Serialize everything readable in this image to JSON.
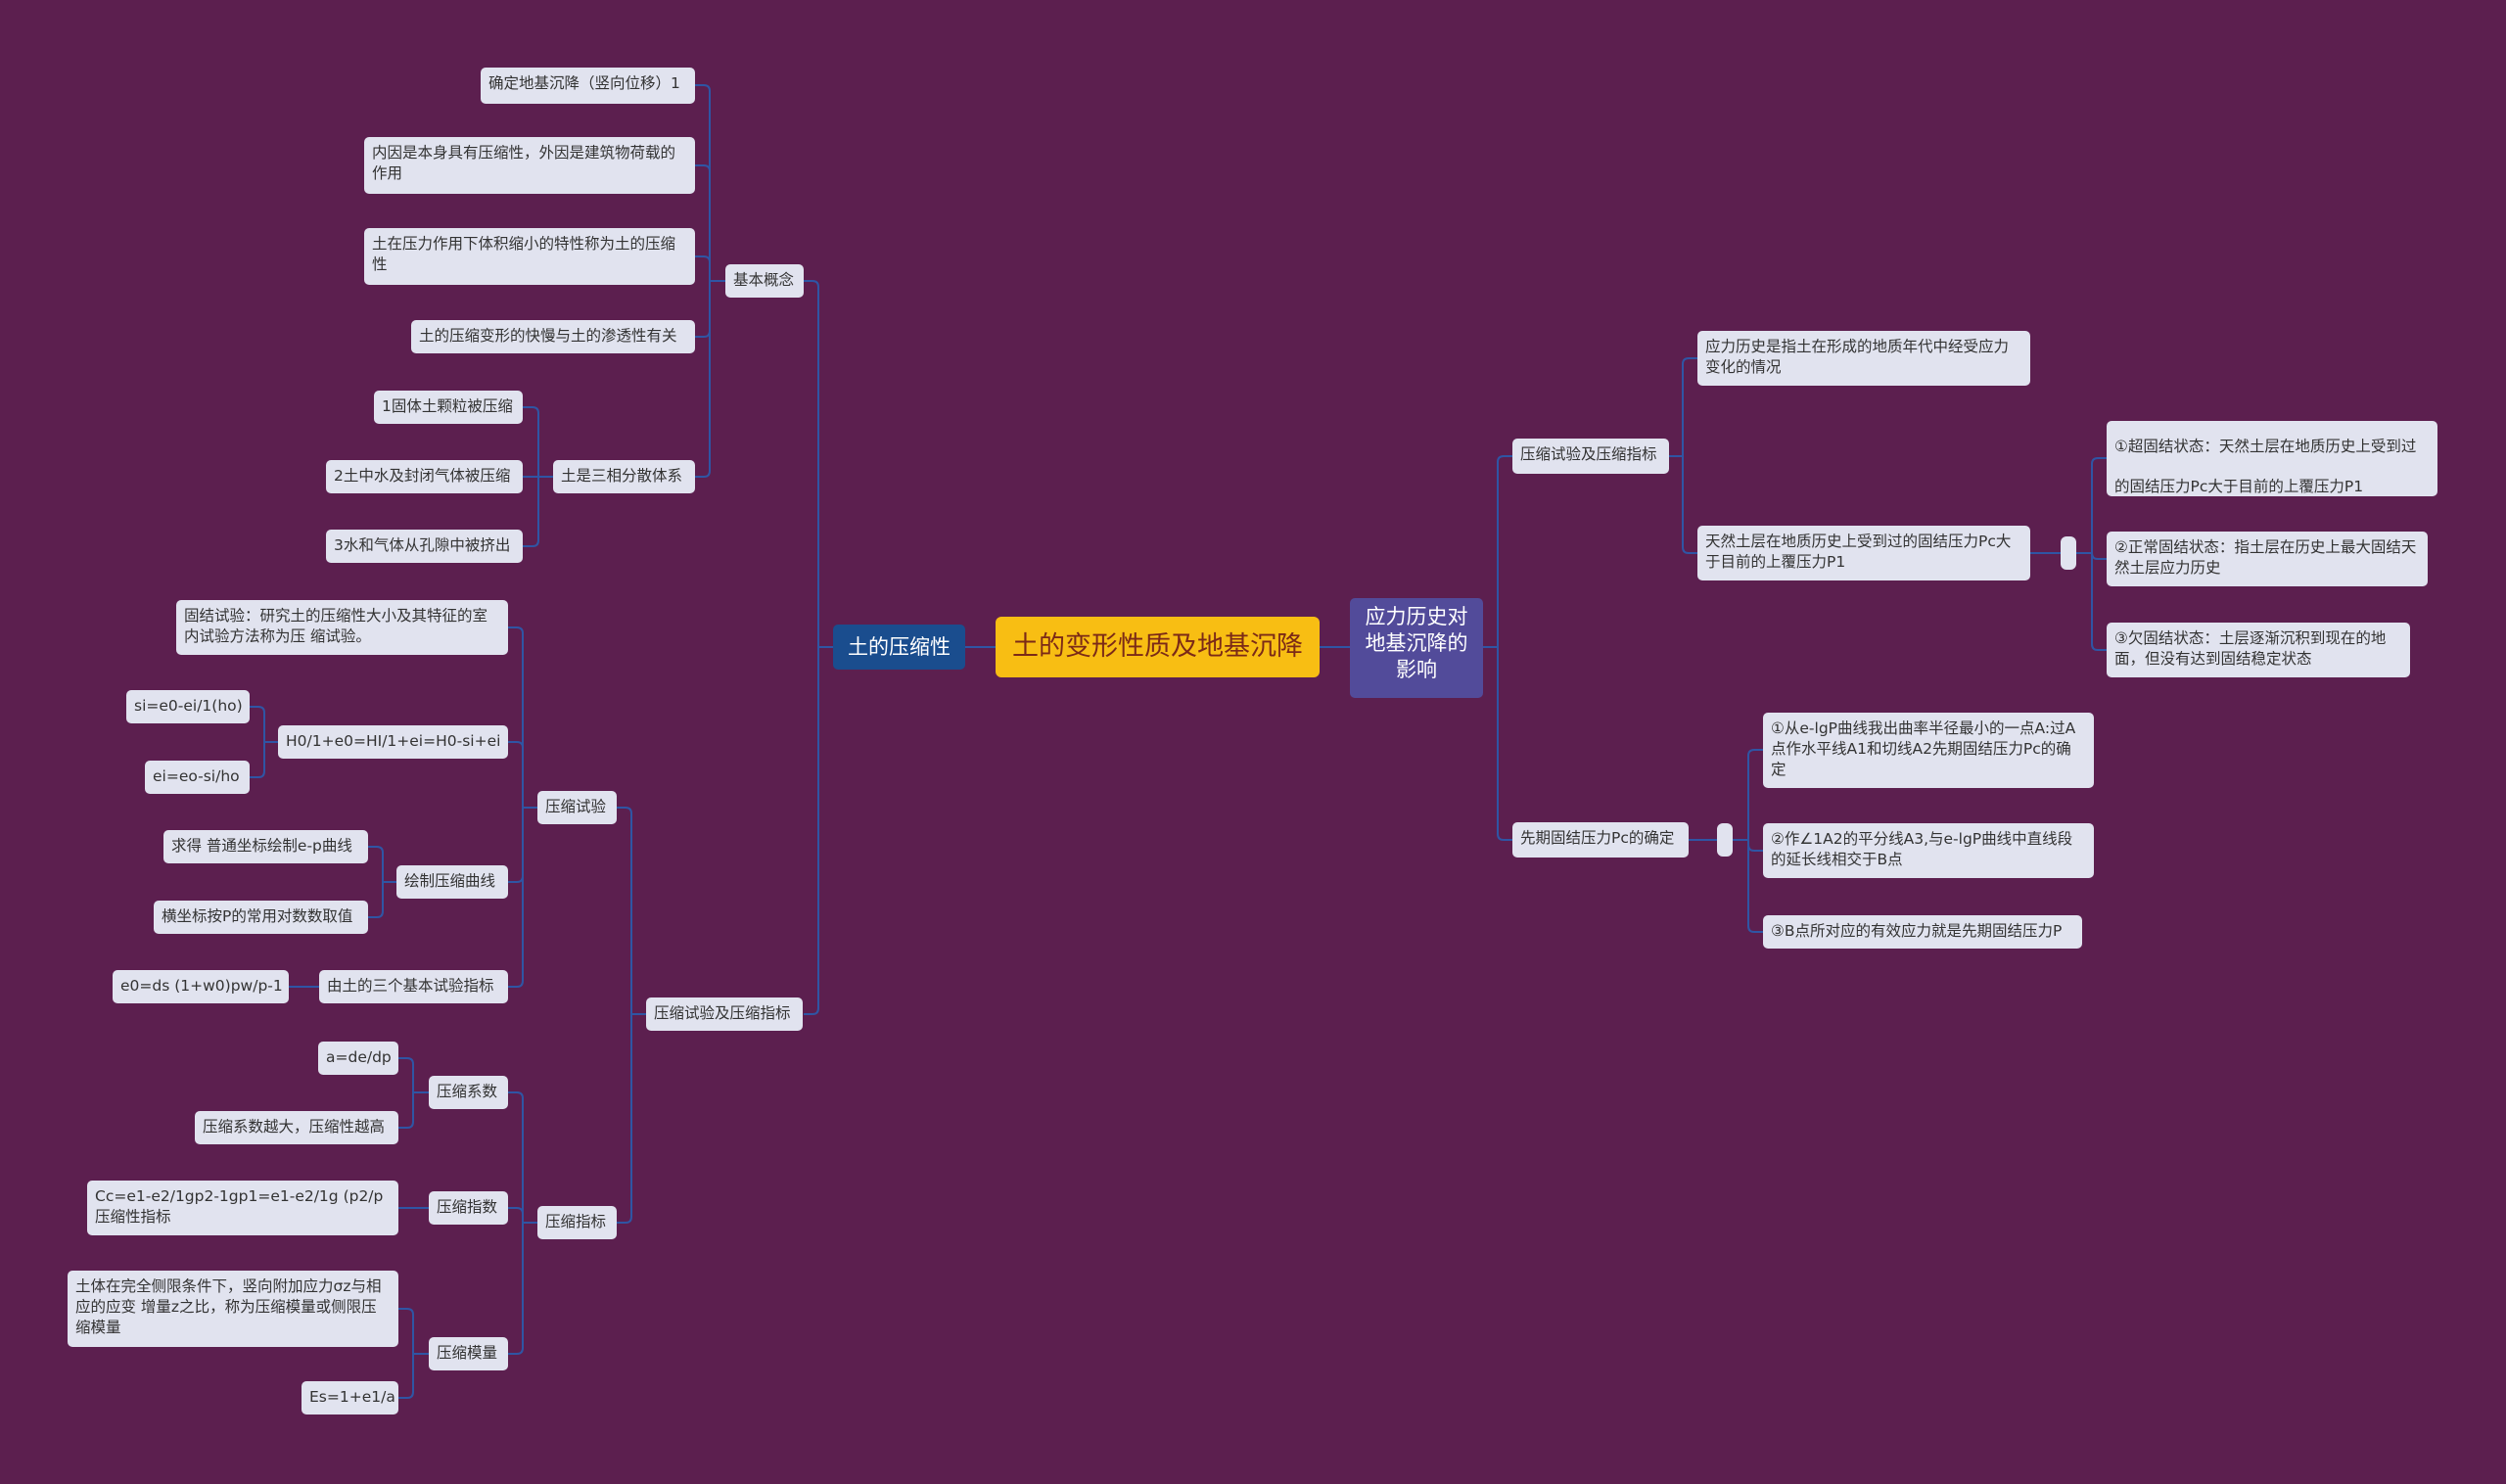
{
  "colors": {
    "background": "#5c1f4f",
    "line": "#2f55a4",
    "root_fill": "#f8be13",
    "left_main_fill": "#1a4d8e",
    "right_main_fill": "#524b9a",
    "node_fill": "#e1e3ef"
  },
  "root": "土的变形性质及地基沉降",
  "left": {
    "main": "土的压缩性",
    "basic": {
      "label": "基本概念",
      "items": [
        "确定地基沉降（竖向位移）1",
        "内因是本身具有压缩性，外因是建筑物荷载的作用",
        "土在压力作用下体积缩小的特性称为土的压缩性",
        "土的压缩变形的快慢与土的渗透性有关"
      ],
      "three_phase": {
        "label": "土是三相分散体系",
        "items": [
          "1固体土颗粒被压缩",
          "2土中水及封闭气体被压缩",
          "3水和气体从孔隙中被挤出"
        ]
      }
    },
    "test_index": {
      "label": "压缩试验及压缩指标",
      "test": {
        "label": "压缩试验",
        "consolidation": "固结试验：研究土的压缩性大小及其特征的室内试验方法称为压 缩试验。",
        "h0": {
          "label": "H0/1+e0=HI/1+ei=H0-si+ei",
          "items": [
            "si=e0-ei/1(ho)",
            "ei=eo-si/ho"
          ]
        },
        "curve": {
          "label": "绘制压缩曲线",
          "items": [
            "求得 普通坐标绘制e-p曲线",
            "横坐标按P的常用对数数取值"
          ]
        },
        "three": {
          "label": "由土的三个基本试验指标",
          "items": [
            "e0=ds (1+w0)pw/p-1"
          ]
        }
      },
      "index": {
        "label": "压缩指标",
        "coef": {
          "label": "压缩系数",
          "items": [
            "a=de/dp",
            "压缩系数越大，压缩性越高"
          ]
        },
        "cindex": {
          "label": "压缩指数",
          "items": [
            "Cc=e1-e2/1gp2-1gp1=e1-e2/1g (p2/p 压缩性指标"
          ]
        },
        "modulus": {
          "label": "压缩模量",
          "items": [
            "土体在完全侧限条件下，竖向附加应力σz与相应的应变 增量z之比，称为压缩模量或侧限压缩模量",
            "Es=1+e1/a"
          ]
        }
      }
    }
  },
  "right": {
    "main": "应力历史对地基沉降的影响",
    "test_index": {
      "label": "压缩试验及压缩指标",
      "items": [
        "应力历史是指土在形成的地质年代中经受应力变化的情况",
        "天然土层在地质历史上受到过的固结压力Pc大于目前的上覆压力P1"
      ],
      "states": [
        "①超固结状态：天然土层在地质历史上受到过的固结压力Pc大于目前的上覆压力P1",
        "②正常固结状态：指土层在历史上最大固结天然土层应力历史",
        "③欠固结状态：土层逐渐沉积到现在的地面，但没有达到固结稳定状态"
      ]
    },
    "pc": {
      "label": "先期固结压力Pc的确定",
      "items": [
        "①从e-lgP曲线我出曲率半径最小的一点A:过A点作水平线A1和切线A2先期固结压力Pc的确定",
        "②作∠1A2的平分线A3,与e-lgP曲线中直线段的延长线相交于B点",
        "③B点所对应的有效应力就是先期固结压力P"
      ]
    }
  }
}
